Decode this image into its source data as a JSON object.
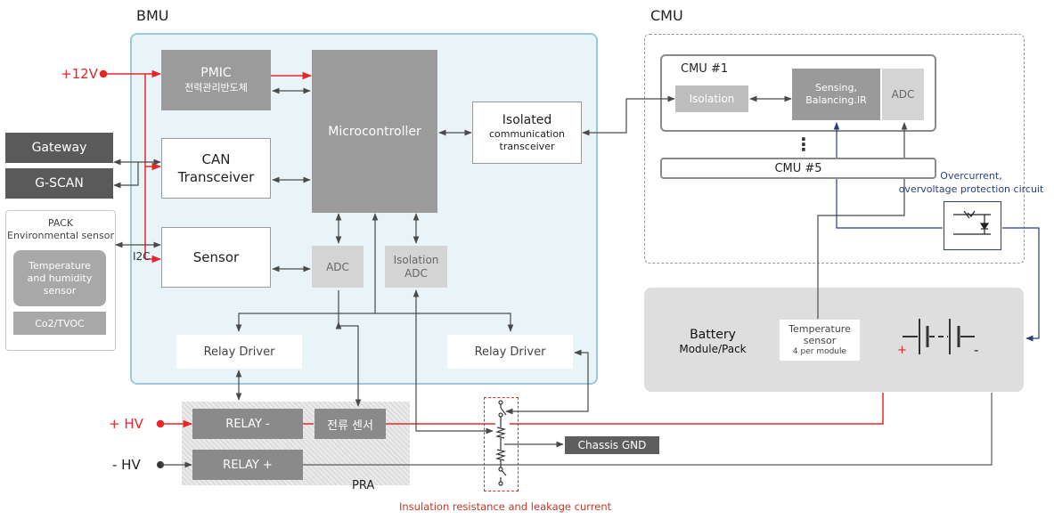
{
  "bmu": {
    "title": "BMU",
    "pmic": {
      "label": "PMIC",
      "sublabel": "전력관리반도체"
    },
    "microcontroller": "Microcontroller",
    "isolated": {
      "line1": "Isolated",
      "line2": "communication",
      "line3": "transceiver"
    },
    "can": {
      "line1": "CAN",
      "line2": "Transceiver"
    },
    "sensor": "Sensor",
    "adc": "ADC",
    "isolation_adc": {
      "line1": "Isolation",
      "line2": "ADC"
    },
    "relay_driver_left": "Relay Driver",
    "relay_driver_right": "Relay Driver",
    "i2c": "I2C"
  },
  "left": {
    "v12": "+12V",
    "gateway": "Gateway",
    "gscan": "G-SCAN",
    "pack": {
      "line1": "PACK",
      "line2": "Environmental sensor",
      "temp1": "Temperature",
      "temp2": "and humidity",
      "temp3": "sensor",
      "co2": "Co2/TVOC"
    },
    "hv_plus": "+ HV",
    "hv_minus": "- HV"
  },
  "pra": {
    "title": "PRA",
    "relay_minus": "RELAY -",
    "relay_plus": "RELAY +",
    "current_sensor": "전류 센서"
  },
  "cmu": {
    "title": "CMU",
    "cmu1": "CMU #1",
    "isolation": "Isolation",
    "sensing": {
      "line1": "Sensing,",
      "line2": "Balancing.IR"
    },
    "adc": "ADC",
    "dots": "⋮",
    "cmu5": "CMU #5",
    "overcurrent": {
      "line1": "Overcurrent,",
      "line2": "overvoltage protection circuit"
    }
  },
  "battery": {
    "line1": "Battery",
    "line2": "Module/Pack",
    "temp": {
      "line1": "Temperature",
      "line2": "sensor",
      "line3": "4 per module"
    },
    "plus": "+",
    "minus": "-"
  },
  "bottom": {
    "chassis": "Chassis GND",
    "insulation": "Insulation resistance and leakage current"
  },
  "colors": {
    "red": "#e8262a",
    "navy": "#2c3f7a",
    "bmu_bg": "#e8f4f8",
    "bmu_border": "#9cc8de"
  }
}
